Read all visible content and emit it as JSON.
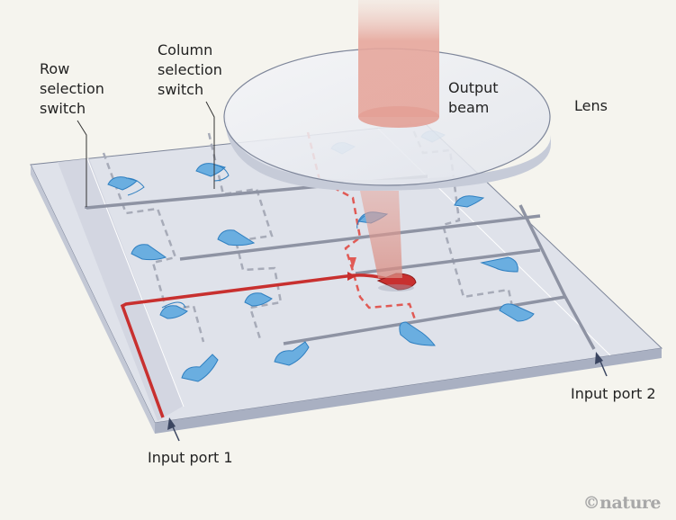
{
  "figure": {
    "title": "Photonic chip with row and column selection switches routing light to a grating coupler emitter",
    "colors": {
      "background": "#f5f4ee",
      "chip_top": "#dfe2ea",
      "chip_side": "#a9b0c2",
      "waveguide": "#8e93a3",
      "active_path": "#c8302f",
      "emitter": "#6aaee0",
      "emitter_active": "#c8302f",
      "beam": "#e6a69c",
      "lens": "#eceef3"
    }
  },
  "labels": {
    "row_switch": "Row\nselection\nswitch",
    "column_switch": "Column\nselection\nswitch",
    "output_beam": "Output\nbeam",
    "lens": "Lens",
    "input_port_1": "Input port 1",
    "input_port_2": "Input port 2"
  },
  "credit": "©nature",
  "grid": {
    "rows": 4,
    "active_row": 2,
    "active_emitter": "row 2, column 3"
  }
}
